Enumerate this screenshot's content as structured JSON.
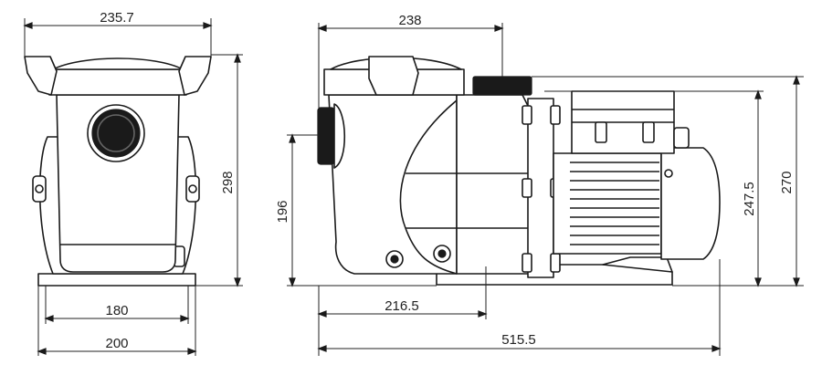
{
  "dimensions": {
    "front_top_width": "235.7",
    "front_height": "298",
    "front_base_inner": "180",
    "front_base_outer": "200",
    "side_top_width": "238",
    "side_inlet_height": "196",
    "side_outlet_offset": "216.5",
    "side_total_length": "515.5",
    "side_motor_height": "247.5",
    "side_total_height": "270"
  }
}
